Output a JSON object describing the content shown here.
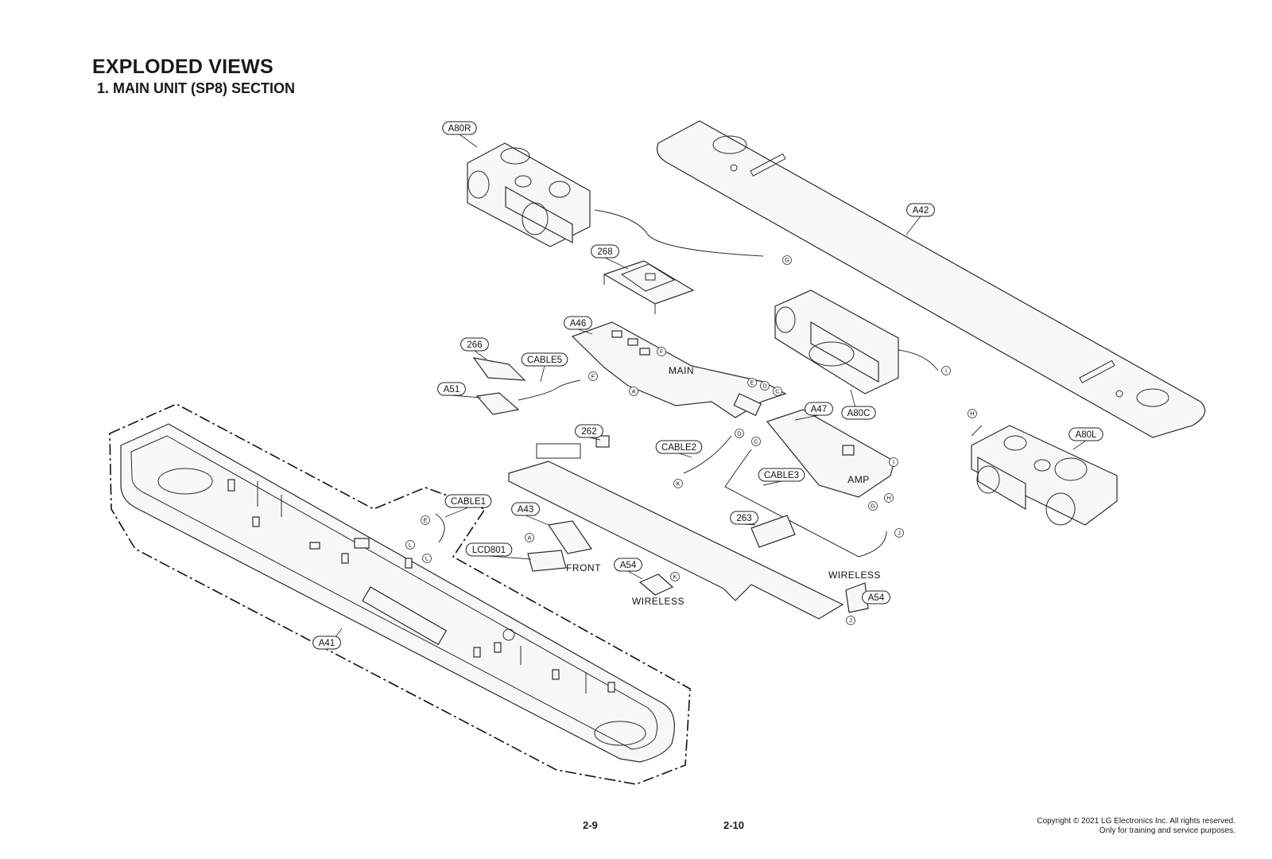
{
  "header": {
    "title": "EXPLODED VIEWS",
    "subtitle": "1. MAIN UNIT (SP8) SECTION"
  },
  "footer": {
    "page_left": "2-9",
    "page_right": "2-10",
    "copyright_line1": "Copyright © 2021 LG Electronics Inc. All rights reserved.",
    "copyright_line2": "Only for training and service purposes."
  },
  "callouts": [
    "A80R",
    "A42",
    "268",
    "A46",
    "266",
    "CABLE5",
    "A51",
    "A80C",
    "A47",
    "A80L",
    "262",
    "CABLE2",
    "CABLE3",
    "CABLE1",
    "A43",
    "LCD801",
    "A54",
    "263",
    "A54",
    "A41"
  ],
  "connectors": [
    "G",
    "F",
    "F",
    "A",
    "E",
    "D",
    "C",
    "I",
    "H",
    "D",
    "C",
    "K",
    "I",
    "H",
    "G",
    "E",
    "L",
    "L",
    "A",
    "K",
    "J",
    "J"
  ],
  "section_labels": [
    "MAIN",
    "AMP",
    "FRONT",
    "WIRELESS",
    "WIRELESS"
  ]
}
